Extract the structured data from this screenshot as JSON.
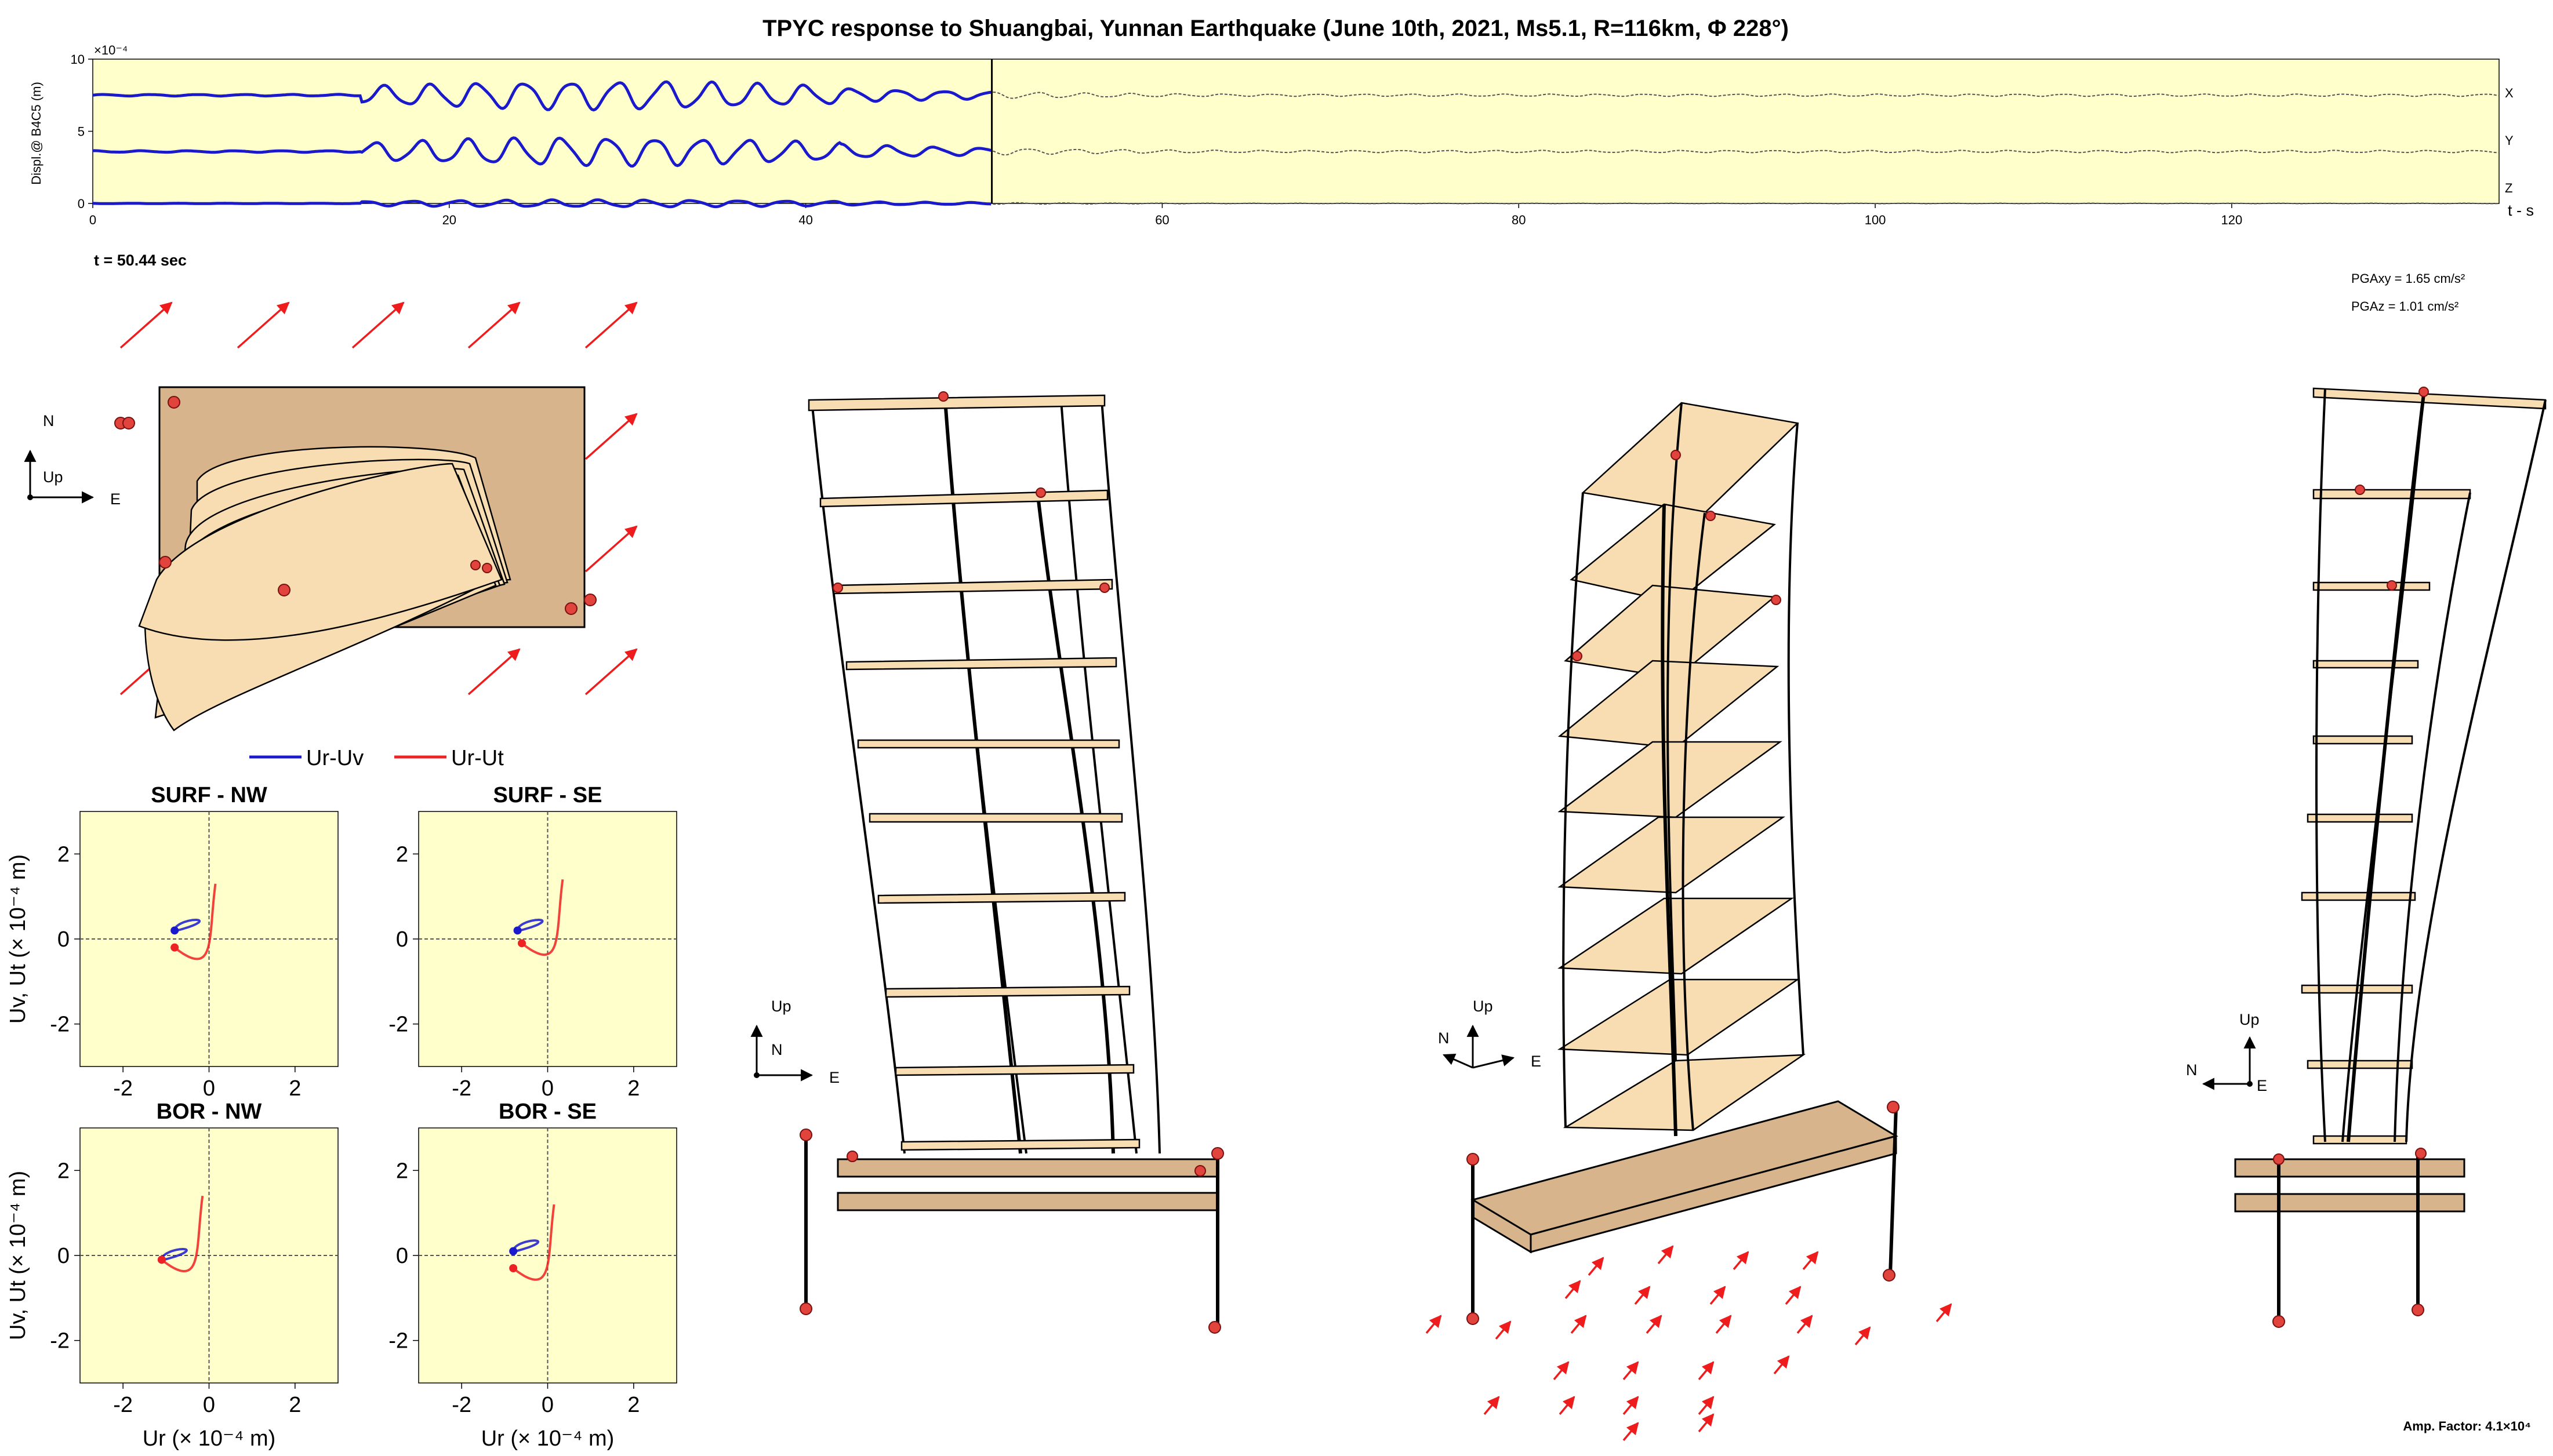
{
  "title": "TPYC response to Shuangbai, Yunnan Earthquake (June 10th, 2021, Ms5.1, R=116km, Φ 228°)",
  "time_label": "t = 50.44 sec",
  "pga_xy": "PGAxy = 1.65 cm/s²",
  "pga_z": "PGAz = 1.01 cm/s²",
  "amp_factor": "Amp. Factor: 4.1×10⁴",
  "legend": {
    "blue": "Ur-Uv",
    "red": "Ur-Ut"
  },
  "compass_plan": {
    "n": "N",
    "e": "E",
    "up": "Up"
  },
  "compass_views": [
    {
      "up": "Up",
      "a": "N",
      "b": "E"
    },
    {
      "up": "Up",
      "a": "N",
      "b": "E"
    },
    {
      "up": "Up",
      "a": "N",
      "b": "E"
    }
  ],
  "colors": {
    "plot_bg": "#ffffcc",
    "blue": "#1a1acc",
    "red": "#ee2222",
    "floor": "#f8dcb2",
    "base": "#d7b48c"
  },
  "chart_data": [
    {
      "type": "line",
      "title": "",
      "ylabel": "Displ.@ B4C5 (m)",
      "xlabel": "t - s",
      "yscale_label": "×10⁻⁴",
      "xlim": [
        0,
        135
      ],
      "ylim": [
        0,
        10
      ],
      "xticks": [
        0,
        20,
        40,
        60,
        80,
        100,
        120
      ],
      "yticks": [
        0,
        5,
        10
      ],
      "cursor_t": 50.44,
      "series": [
        {
          "name": "X",
          "offset": 7.5
        },
        {
          "name": "Y",
          "offset": 3.6
        },
        {
          "name": "Z",
          "offset": 0
        }
      ]
    },
    {
      "type": "line",
      "title": "SURF - NW",
      "xlabel": "Ur (× 10⁻⁴ m)",
      "ylabel": "Uv, Ut (× 10⁻⁴ m)",
      "xlim": [
        -3,
        3
      ],
      "ylim": [
        -3,
        3
      ],
      "xticks": [
        -2,
        0,
        2
      ],
      "yticks": [
        -2,
        0,
        2
      ],
      "blue_end": [
        -0.8,
        0.2
      ],
      "red_end": [
        -0.8,
        -0.2
      ]
    },
    {
      "type": "line",
      "title": "SURF - SE",
      "xlabel": "Ur (× 10⁻⁴ m)",
      "ylabel": "Uv, Ut (× 10⁻⁴ m)",
      "xlim": [
        -3,
        3
      ],
      "ylim": [
        -3,
        3
      ],
      "xticks": [
        -2,
        0,
        2
      ],
      "yticks": [
        -2,
        0,
        2
      ],
      "blue_end": [
        -0.7,
        0.2
      ],
      "red_end": [
        -0.6,
        -0.1
      ]
    },
    {
      "type": "line",
      "title": "BOR - NW",
      "xlabel": "Ur (× 10⁻⁴ m)",
      "ylabel": "Uv, Ut (× 10⁻⁴ m)",
      "xlim": [
        -3,
        3
      ],
      "ylim": [
        -3,
        3
      ],
      "xticks": [
        -2,
        0,
        2
      ],
      "yticks": [
        -2,
        0,
        2
      ],
      "blue_end": [
        -1.1,
        -0.1
      ],
      "red_end": [
        -1.1,
        -0.1
      ]
    },
    {
      "type": "line",
      "title": "BOR - SE",
      "xlabel": "Ur (× 10⁻⁴ m)",
      "ylabel": "Uv, Ut (× 10⁻⁴ m)",
      "xlim": [
        -3,
        3
      ],
      "ylim": [
        -3,
        3
      ],
      "xticks": [
        -2,
        0,
        2
      ],
      "yticks": [
        -2,
        0,
        2
      ],
      "blue_end": [
        -0.8,
        0.1
      ],
      "red_end": [
        -0.8,
        -0.3
      ]
    }
  ]
}
